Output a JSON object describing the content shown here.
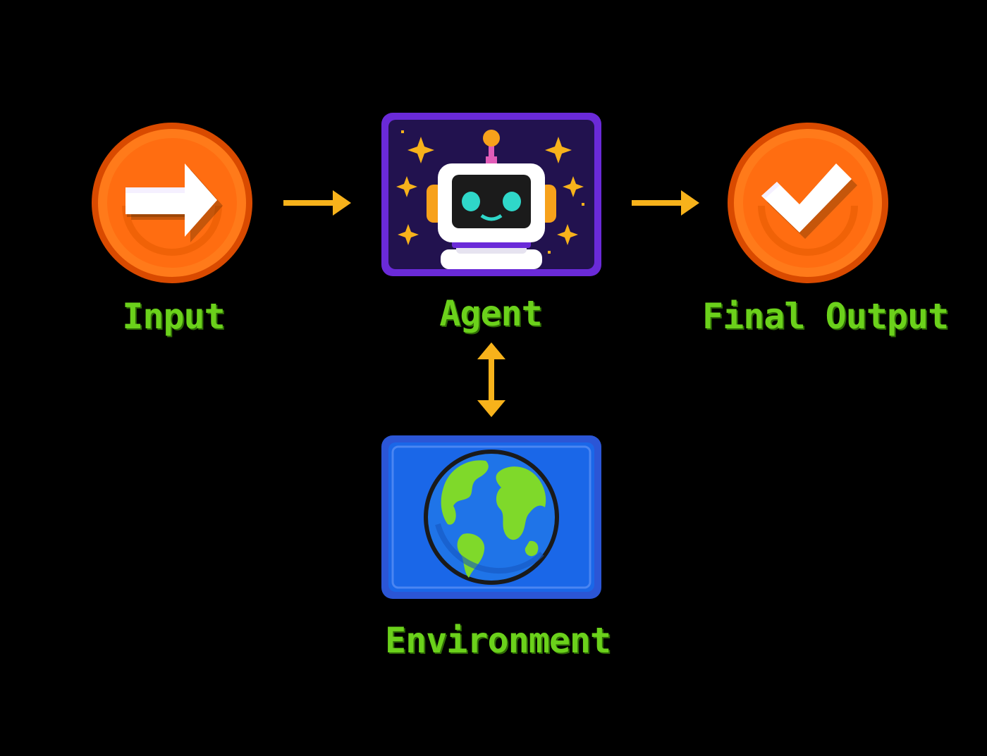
{
  "diagram": {
    "nodes": {
      "input": {
        "label": "Input",
        "icon": "arrow-right-icon",
        "shape": "circle",
        "fill": "#ff7a1a",
        "fill_dark": "#e35a00",
        "outline": "#d94a00"
      },
      "agent": {
        "label": "Agent",
        "icon": "robot-icon",
        "shape": "card",
        "fill": "#22124f",
        "border": "#6a2ad8"
      },
      "final_output": {
        "label": "Final Output",
        "icon": "checkmark-icon",
        "shape": "circle",
        "fill": "#ff7a1a",
        "fill_dark": "#e35a00",
        "outline": "#d94a00"
      },
      "environment": {
        "label": "Environment",
        "icon": "globe-icon",
        "shape": "card",
        "fill": "#1a67e8",
        "border": "#2b56d6"
      }
    },
    "edges": [
      {
        "from": "input",
        "to": "agent",
        "direction": "forward"
      },
      {
        "from": "agent",
        "to": "final_output",
        "direction": "forward"
      },
      {
        "from": "agent",
        "to": "environment",
        "direction": "bidirectional"
      }
    ],
    "colors": {
      "background": "#000000",
      "arrow": "#f7b21b",
      "label_text": "#6bd11b"
    }
  }
}
